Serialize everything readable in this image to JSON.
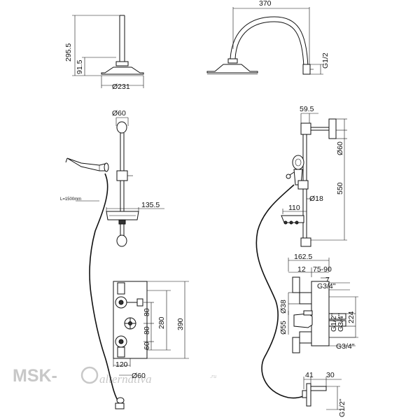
{
  "watermark": {
    "brand": "MSK-",
    "script": "alternativa",
    "suffix": ".ru"
  },
  "top_left": {
    "total_height": "295.5",
    "arm_height": "91.5",
    "diameter": "Ø231"
  },
  "top_right": {
    "width": "370",
    "thread": "G1/2"
  },
  "rail_left": {
    "diameter_top": "Ø60",
    "hose_length": "L=1500mm",
    "soap_dish": "135.5"
  },
  "rail_right": {
    "top_offset": "59.5",
    "diameter": "Ø60",
    "height": "550",
    "diameter_small": "Ø18",
    "dish_width": "110"
  },
  "valve_front": {
    "spacing_1": "80",
    "spacing_2": "80",
    "spacing_3": "60",
    "height_inner": "280",
    "height_outer": "390",
    "width": "120",
    "diameter_bottom": "Ø60"
  },
  "valve_side": {
    "depth_total": "162.5",
    "depth_a": "12",
    "depth_range": "75-90",
    "depth_b": "7",
    "thread_top": "G3/4\"",
    "diameter_38": "Ø38",
    "diameter_55": "Ø55",
    "thread_mid": "G3/4\"",
    "thread_low": "G1/2\"",
    "height": "224",
    "thread_bottom": "G3/4\""
  },
  "outlet": {
    "depth_a": "41",
    "depth_b": "30",
    "thread": "G1/2\""
  }
}
